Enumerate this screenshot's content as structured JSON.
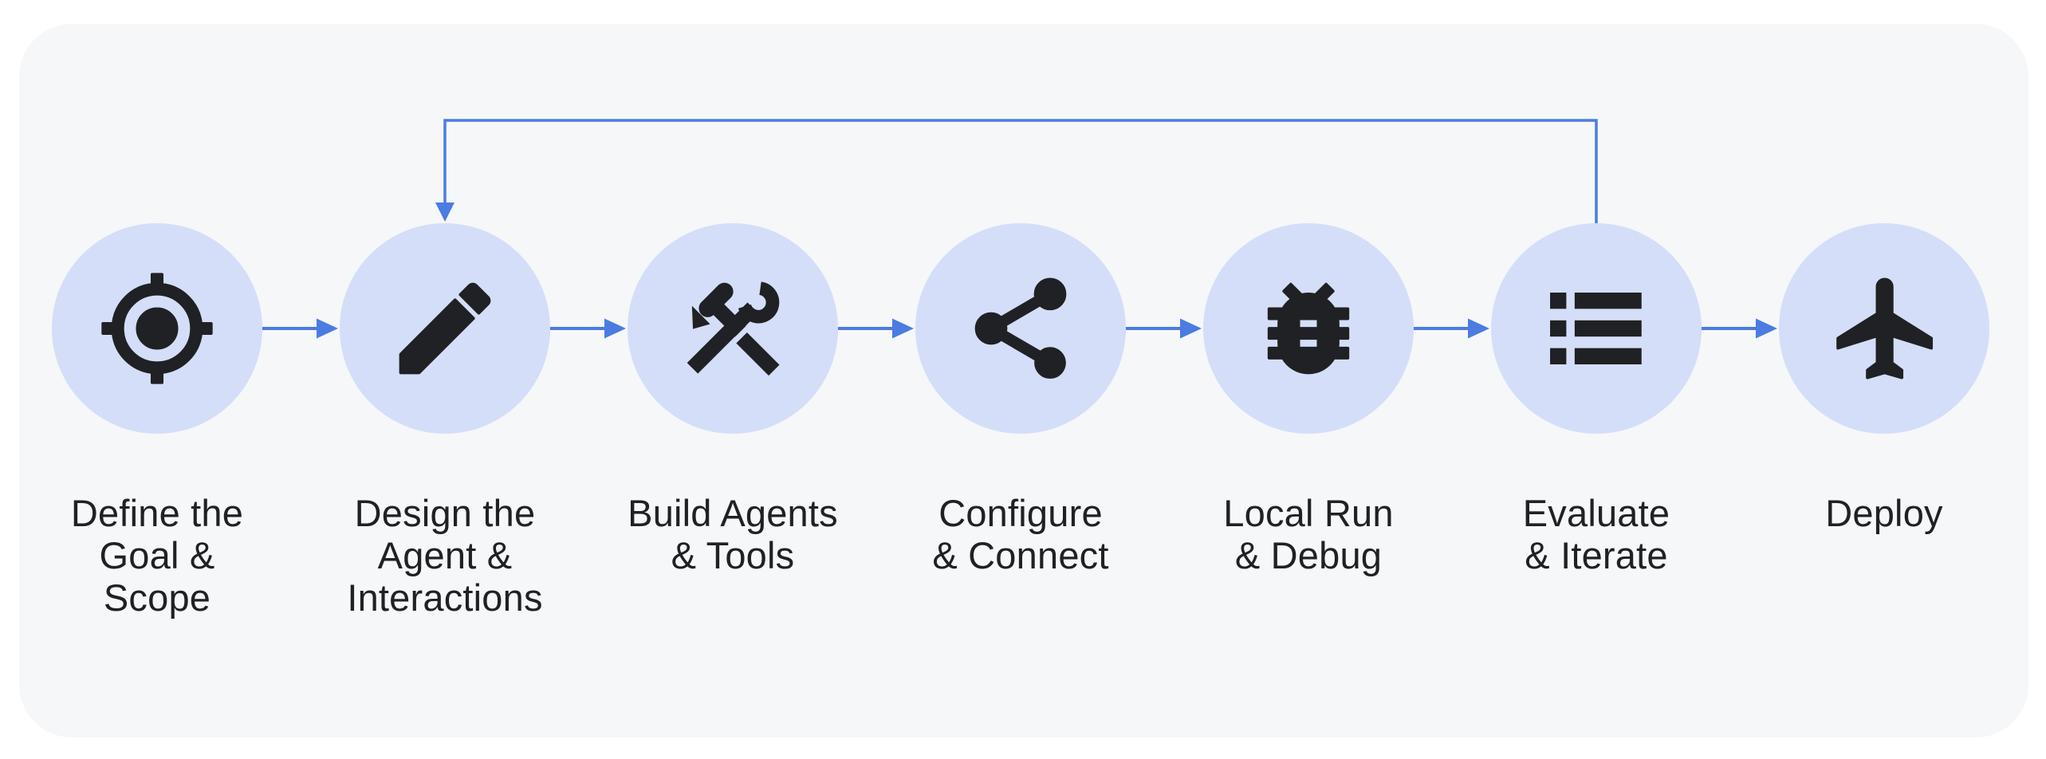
{
  "colors": {
    "page_bg": "#ffffff",
    "panel_bg": "#f5f7f9",
    "circle_fill": "#d5def8",
    "icon_color": "#202124",
    "arrow_color": "#4b7ce2",
    "label_color": "#202124"
  },
  "steps": [
    {
      "id": "define-goal-scope",
      "icon": "target-icon",
      "label": "Define the\nGoal &\nScope"
    },
    {
      "id": "design-agent-interactions",
      "icon": "pencil-icon",
      "label": "Design the\nAgent &\nInteractions"
    },
    {
      "id": "build-agents-tools",
      "icon": "tools-icon",
      "label": "Build Agents\n& Tools"
    },
    {
      "id": "configure-connect",
      "icon": "share-icon",
      "label": "Configure\n& Connect"
    },
    {
      "id": "local-run-debug",
      "icon": "bug-icon",
      "label": "Local Run\n& Debug"
    },
    {
      "id": "evaluate-iterate",
      "icon": "list-icon",
      "label": "Evaluate\n& Iterate"
    },
    {
      "id": "deploy",
      "icon": "plane-icon",
      "label": "Deploy"
    }
  ],
  "connections": {
    "forward": [
      [
        "define-goal-scope",
        "design-agent-interactions"
      ],
      [
        "design-agent-interactions",
        "build-agents-tools"
      ],
      [
        "build-agents-tools",
        "configure-connect"
      ],
      [
        "configure-connect",
        "local-run-debug"
      ],
      [
        "local-run-debug",
        "evaluate-iterate"
      ],
      [
        "evaluate-iterate",
        "deploy"
      ]
    ],
    "feedback": [
      {
        "from": "evaluate-iterate",
        "to": "design-agent-interactions"
      }
    ]
  }
}
